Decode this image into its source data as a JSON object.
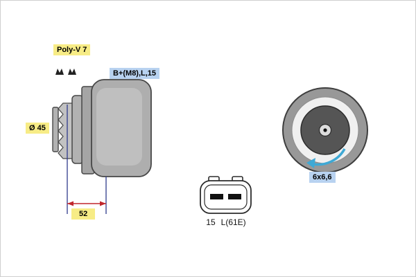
{
  "diagram": {
    "title": "alternator-technical-drawing",
    "labels": {
      "belt_type": "Poly-V 7",
      "terminals": "B+(M8),L,15",
      "pulley_diameter": "Ø 45",
      "mount_dimension": "52",
      "hole_spec": "6x6,6",
      "connector_pin_left": "15",
      "connector_pin_right": "L(61E)"
    },
    "colors": {
      "yellow_label_bg": "#f7ec86",
      "blue_label_bg": "#b8d2f0",
      "dimension_red": "#c0272d",
      "extension_line_blue": "#2e3a8c",
      "rotation_arrow_blue": "#3fa9d5",
      "body_gray": "#aeaeae",
      "dark_disc_gray": "#555555"
    }
  }
}
